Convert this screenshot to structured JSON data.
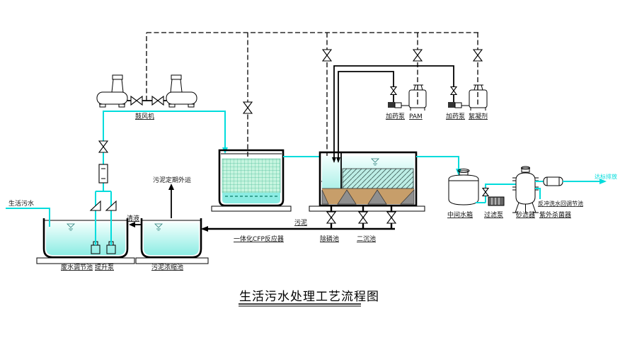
{
  "title": "生活污水处理工艺流程图",
  "colors": {
    "water": "#00dcdc",
    "ink": "#000000",
    "media_fill": "#c6f4df",
    "media_grid": "#4fbf9a",
    "tank_water_top": "#f2fffd",
    "tank_water_bottom": "#8cece3",
    "clarifier_water": "#d8faf6",
    "sludge_brown": "#c79e6a",
    "hopper_gray": "#8f8f8f"
  },
  "labels": {
    "blower": "鼓风机",
    "influent": "生活污水",
    "regulating_tank": "废水调节池",
    "lift_pump": "提升泵",
    "thickening_tank": "污泥浓缩池",
    "sludge_haul": "污泥定期外运",
    "supernatant": "清液",
    "reactor": "一体化CFP反应器",
    "sludge": "污泥",
    "phosphorus_tank": "除磷池",
    "secondary_clarifier": "二沉池",
    "dosing_pump_1": "加药泵",
    "pam": "PAM",
    "dosing_pump_2": "加药泵",
    "flocculant": "絮凝剂",
    "intermediate_tank": "中间水箱",
    "filter_pump": "过滤泵",
    "sand_filter": "砂滤器",
    "uv_sterilizer": "紫外杀菌器",
    "backwash_return": "反冲洗水回调节池",
    "discharge": "达标排放"
  }
}
